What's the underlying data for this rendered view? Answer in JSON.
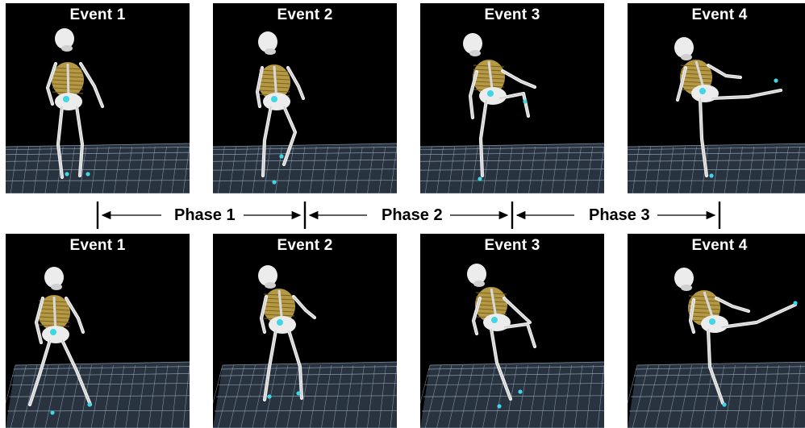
{
  "rows": [
    {
      "events": [
        {
          "label": "Event 1"
        },
        {
          "label": "Event 2"
        },
        {
          "label": "Event 3"
        },
        {
          "label": "Event 4"
        }
      ]
    },
    {
      "events": [
        {
          "label": "Event 1"
        },
        {
          "label": "Event 2"
        },
        {
          "label": "Event 3"
        },
        {
          "label": "Event 4"
        }
      ]
    }
  ],
  "phases": [
    {
      "label": "Phase 1"
    },
    {
      "label": "Phase 2"
    },
    {
      "label": "Phase 3"
    }
  ],
  "colors": {
    "panel_bg": "#000000",
    "grid_floor": "#4a5d72",
    "grid_lines": "#9fb3c6",
    "bone": "#ececec",
    "ribcage": "#c9a94a",
    "marker": "#3fd6e6"
  }
}
